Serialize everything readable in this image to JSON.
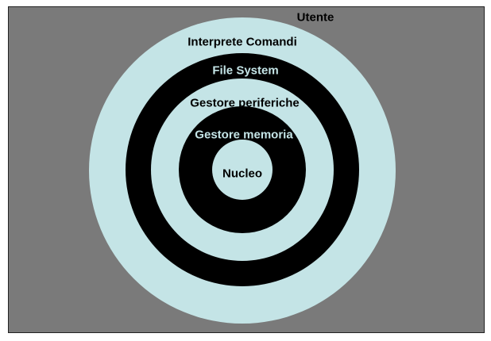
{
  "background_color": "#7a7a7a",
  "layers": [
    {
      "label": "Utente",
      "fill": "#7a7a7a",
      "text_color": "#000000"
    },
    {
      "label": "Interprete Comandi",
      "fill": "#c4e4e6",
      "text_color": "#000000"
    },
    {
      "label": "File System",
      "fill": "#000000",
      "text_color": "#c4e4e6"
    },
    {
      "label": "Gestore periferiche",
      "fill": "#c4e4e6",
      "text_color": "#000000"
    },
    {
      "label": "Gestore memoria",
      "fill": "#000000",
      "text_color": "#c4e4e6"
    },
    {
      "label": "Nucleo",
      "fill": "#c4e4e6",
      "text_color": "#000000"
    }
  ]
}
